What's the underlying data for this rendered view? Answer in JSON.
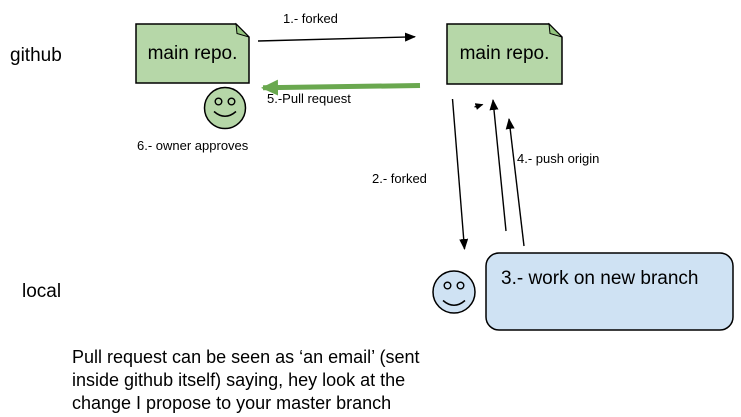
{
  "colors": {
    "background": "#ffffff",
    "outline": "#000000",
    "text": "#000000",
    "repo_box_fill": "#b6d7a8",
    "repo_fold_fill": "#93c47d",
    "branch_box_fill": "#cfe2f3",
    "smiley_github_fill": "#b6d7a8",
    "smiley_local_fill": "#cfe2f3",
    "pull_request_arrow": "#6aa84f"
  },
  "rows": {
    "github": "github",
    "local": "local"
  },
  "repos": {
    "github_label": "main repo.",
    "fork_label": "main repo."
  },
  "branch": {
    "label": "3.- work on new branch"
  },
  "steps": {
    "forked_1": "1.- forked",
    "forked_2": "2.- forked",
    "push_origin": "4.- push origin",
    "pull_request": "5.-Pull request",
    "owner_approves": "6.- owner approves"
  },
  "icons": {
    "owner_smiley": "smiley-face",
    "local_smiley": "smiley-face"
  },
  "note_lines": [
    "Pull request can be seen as ‘an email’ (sent",
    "inside github itself) saying, hey look at the",
    "change I propose to your master branch"
  ]
}
